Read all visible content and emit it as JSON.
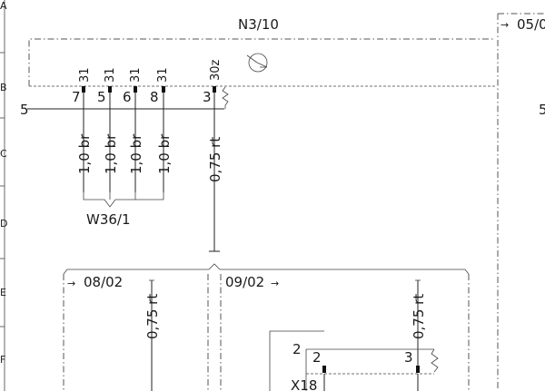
{
  "grid": {
    "rows": [
      "A",
      "B",
      "C",
      "D",
      "E",
      "F"
    ]
  },
  "module": {
    "id": "N3/10",
    "left_ref": "5",
    "right_ref": "5"
  },
  "page_refs": {
    "top_right": "05/0",
    "left": "08/02",
    "right": "09/02",
    "arrow": "→"
  },
  "pins": [
    {
      "pin": "31",
      "cavity": "7"
    },
    {
      "pin": "31",
      "cavity": "5"
    },
    {
      "pin": "31",
      "cavity": "6"
    },
    {
      "pin": "31",
      "cavity": "8"
    },
    {
      "pin": "30z",
      "cavity": "3"
    }
  ],
  "wires": [
    "1,0 br",
    "1,0 br",
    "1,0 br",
    "1,0 br",
    "0,75 rt",
    "0,75 rt",
    "0,75 rt"
  ],
  "harness": {
    "label": "W36/1"
  },
  "connector": {
    "id": "X18",
    "left_pin_outer": "2",
    "left_pin_inner": "2",
    "right_pin": "3"
  }
}
